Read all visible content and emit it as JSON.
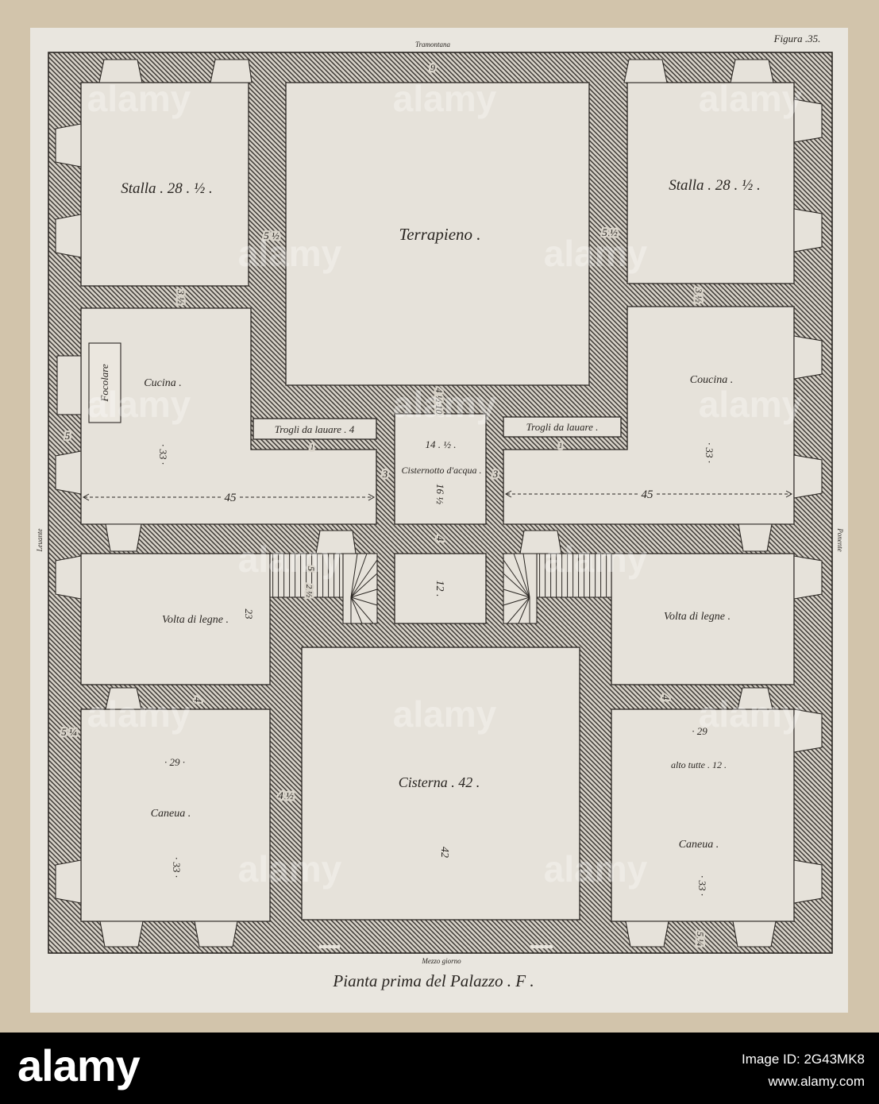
{
  "watermark": "alamy",
  "plate": {
    "figure_label": "Figura .35.",
    "north_label": "Tramontana",
    "east_label": "Leuante",
    "west_label": "Ponente",
    "south_label": "Mezzo giorno",
    "title": "Pianta prima del Palazzo . F ."
  },
  "rooms": {
    "stalla_left": {
      "label": "Stalla . 28 . ½ ."
    },
    "terrapieno": {
      "label": "Terrapieno ."
    },
    "stalla_right": {
      "label": "Stalla . 28 . ½ ."
    },
    "cucina_left": {
      "label": "Cucina .",
      "depth": "· 33 ·",
      "width": "45",
      "hearth": "Focolare"
    },
    "trogli_left": {
      "label": "Trogli da lauare . 4"
    },
    "cisternotto": {
      "label": "Cisternotto d'acqua .",
      "width": "14 . ½ .",
      "depth": "16 ½"
    },
    "trogli_right": {
      "label": "Trogli da lauare ."
    },
    "coucina_right": {
      "label": "Coucina .",
      "depth": "· 33 ·",
      "width": "45"
    },
    "volta_left": {
      "label": "Volta di legne .",
      "width": "23"
    },
    "center_small": {
      "label": "12 ."
    },
    "volta_right": {
      "label": "Volta di legne ."
    },
    "cisterna": {
      "label": "Cisterna . 42 .",
      "depth": "42"
    },
    "caneua_left": {
      "label": "Caneua .",
      "width": "· 29 ·",
      "depth": "· 33 ·"
    },
    "caneua_right": {
      "label": "Caneua .",
      "width": "· 29",
      "height_note": "alto tutte . 12 .",
      "depth": "· 33 ·"
    }
  },
  "wall_dims": [
    "9",
    "5 ½",
    "5 ½",
    "3 ½",
    "3 ½",
    "4 ½ 10",
    "3",
    "3",
    "4",
    "5",
    "5",
    "2 ½",
    "4",
    "4",
    "4 ½",
    "5 ¼",
    "5 ¼",
    "1",
    "1"
  ],
  "footer": {
    "logo": "alamy",
    "image_id": "Image ID: 2G43MK8",
    "url": "www.alamy.com"
  }
}
